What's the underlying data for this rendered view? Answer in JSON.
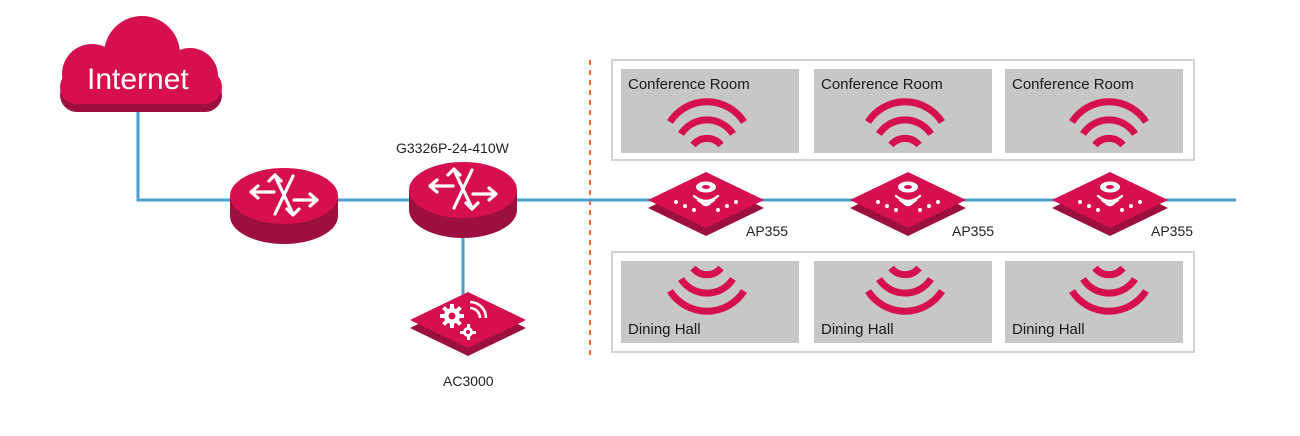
{
  "colors": {
    "accent": "#d6104f",
    "accent_dark": "#9d0f3e",
    "link_line": "#4a9fcf",
    "divider": "#ee6a2c",
    "room_fill": "#c7c7c7",
    "frame": "#d2d2d2"
  },
  "internet": {
    "label": "Internet",
    "icon": "cloud-icon"
  },
  "router": {
    "icon": "router-icon"
  },
  "switch": {
    "label": "G3326P-24-410W",
    "icon": "switch-icon"
  },
  "controller": {
    "label": "AC3000",
    "icon": "gears-wifi-icon"
  },
  "upper_rooms": [
    {
      "name": "Conference Room"
    },
    {
      "name": "Conference Room"
    },
    {
      "name": "Conference Room"
    }
  ],
  "lower_rooms": [
    {
      "name": "Dining Hall"
    },
    {
      "name": "Dining Hall"
    },
    {
      "name": "Dining Hall"
    }
  ],
  "access_points": [
    {
      "label": "AP355",
      "icon": "access-point-icon"
    },
    {
      "label": "AP355",
      "icon": "access-point-icon"
    },
    {
      "label": "AP355",
      "icon": "access-point-icon"
    }
  ]
}
